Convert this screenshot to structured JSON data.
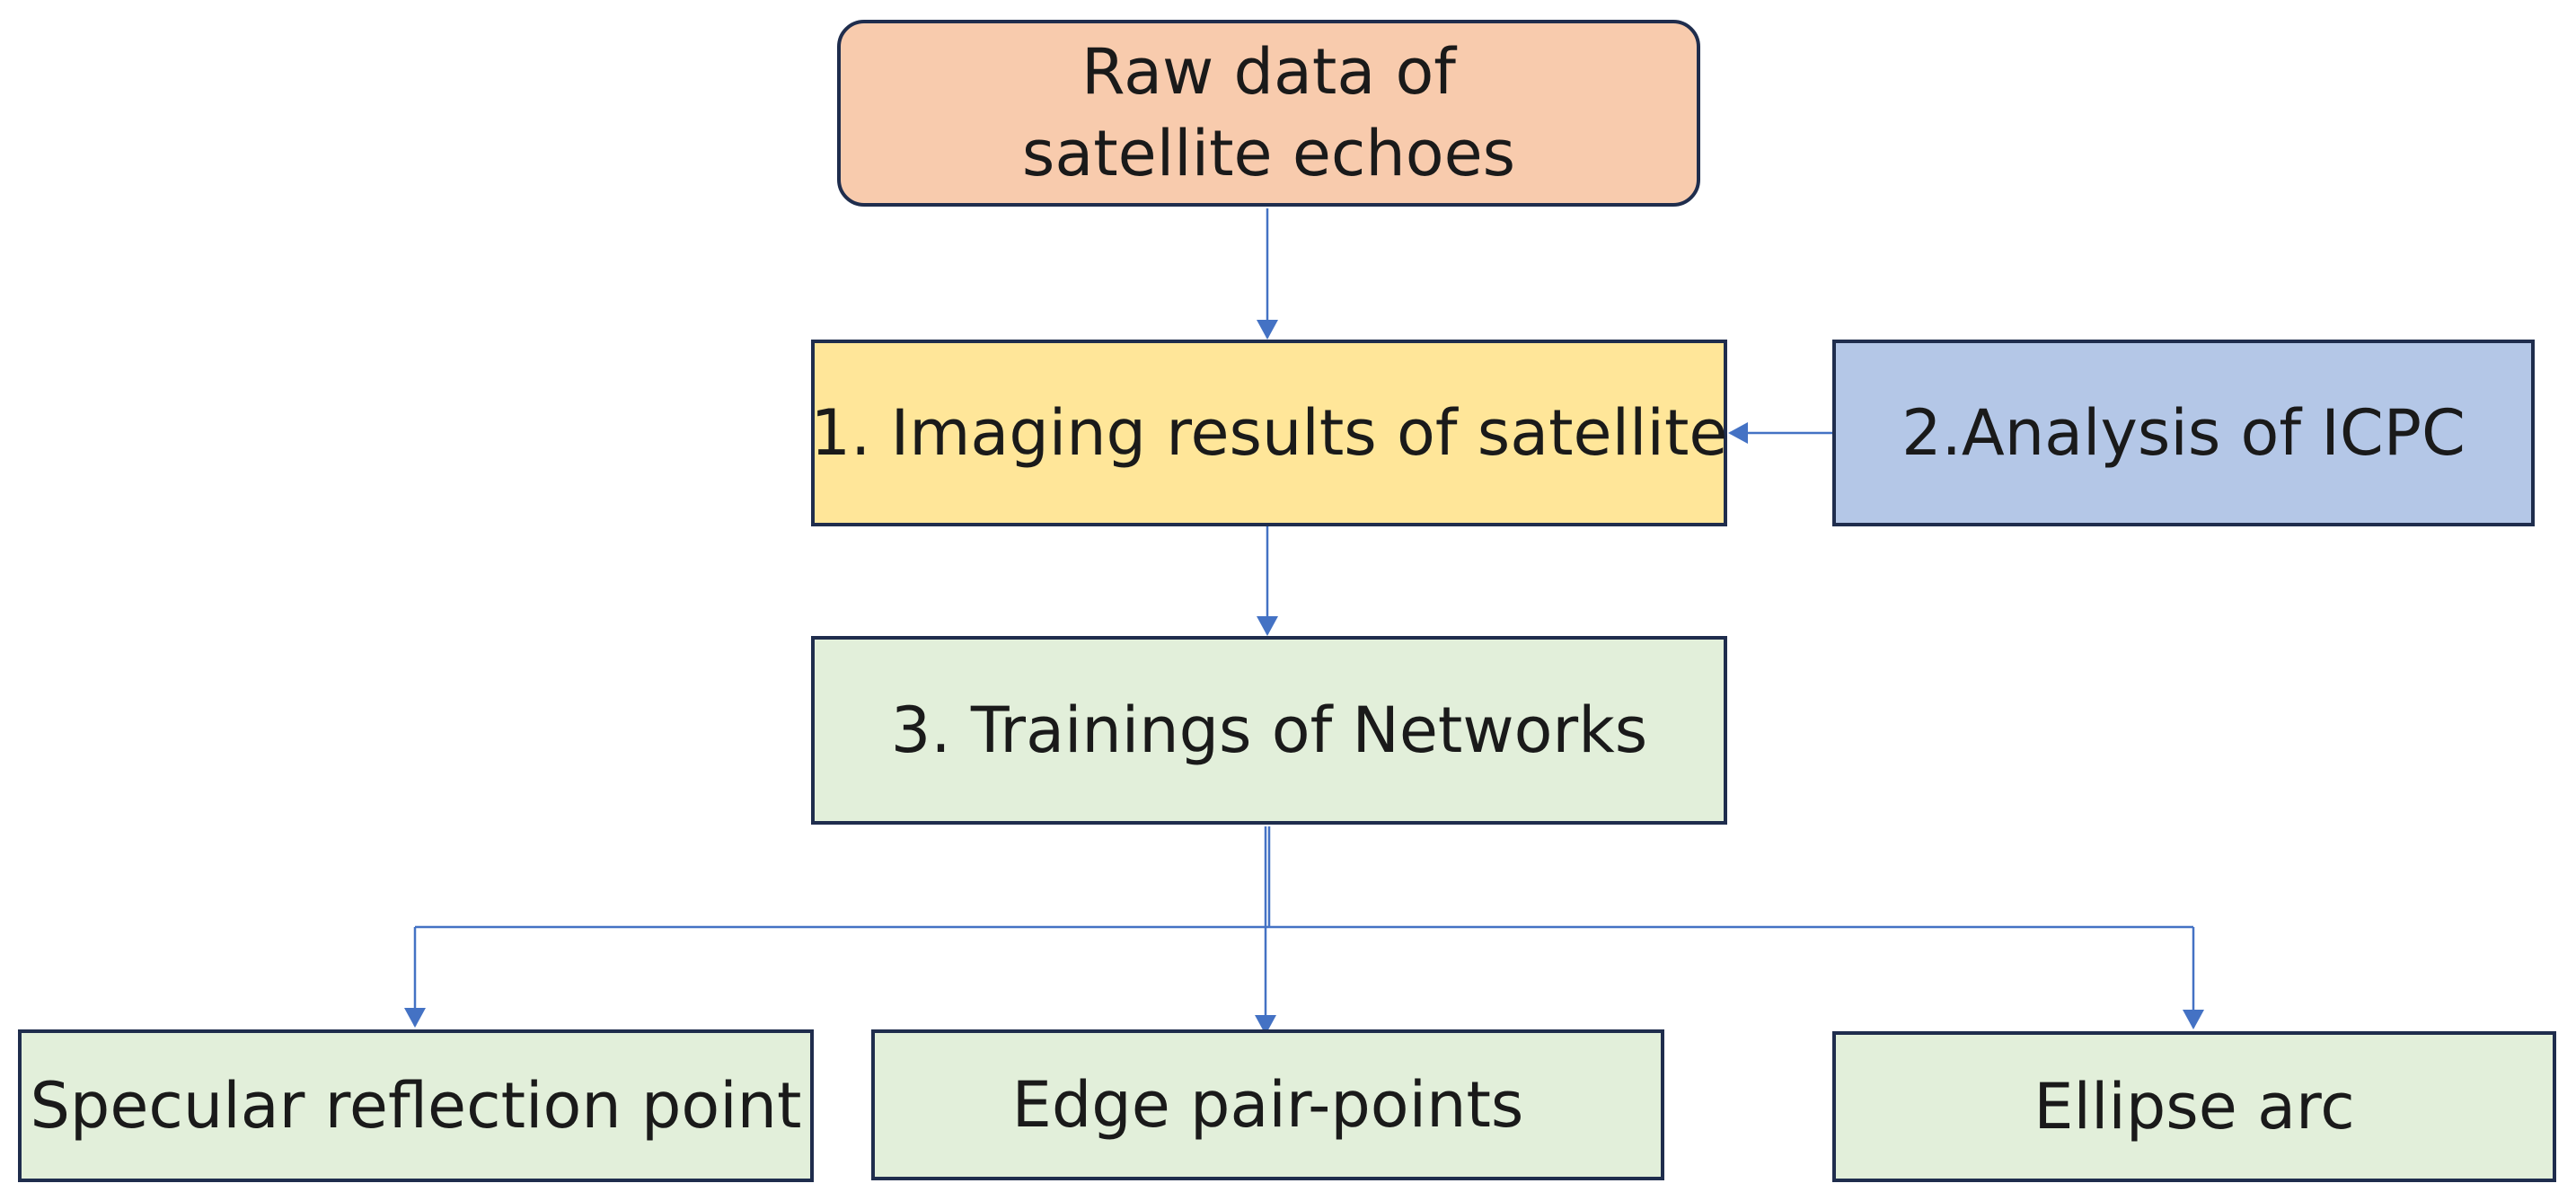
{
  "colors": {
    "raw_fill": "#f8cbad",
    "imaging_fill": "#ffe699",
    "icpc_fill": "#b4c7e7",
    "green_fill": "#e2efda",
    "border": "#1f2d4d",
    "arrow": "#4472c4",
    "text": "#1a1a1a"
  },
  "nodes": {
    "raw": {
      "line1": "Raw data of",
      "line2": "satellite echoes"
    },
    "imaging": {
      "label": "1. Imaging results of satellite"
    },
    "icpc": {
      "label": "2.Analysis of ICPC"
    },
    "training": {
      "label": "3. Trainings of Networks"
    },
    "specular": {
      "label": "Specular reflection point"
    },
    "edge": {
      "label": "Edge pair-points"
    },
    "ellipse": {
      "label": "Ellipse arc"
    }
  }
}
